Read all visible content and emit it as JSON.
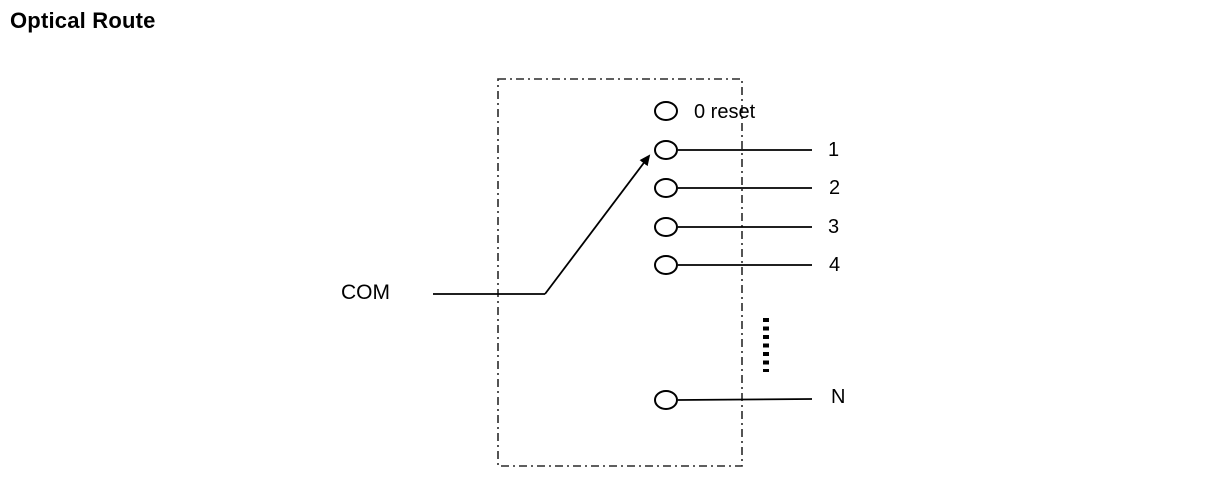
{
  "title": "Optical Route",
  "diagram": {
    "com_label": "COM",
    "ports": {
      "reset": "0 reset",
      "p1": "1",
      "p2": "2",
      "p3": "3",
      "p4": "4",
      "pn": "N"
    },
    "colors": {
      "stroke": "#000000",
      "background": "#ffffff"
    }
  }
}
